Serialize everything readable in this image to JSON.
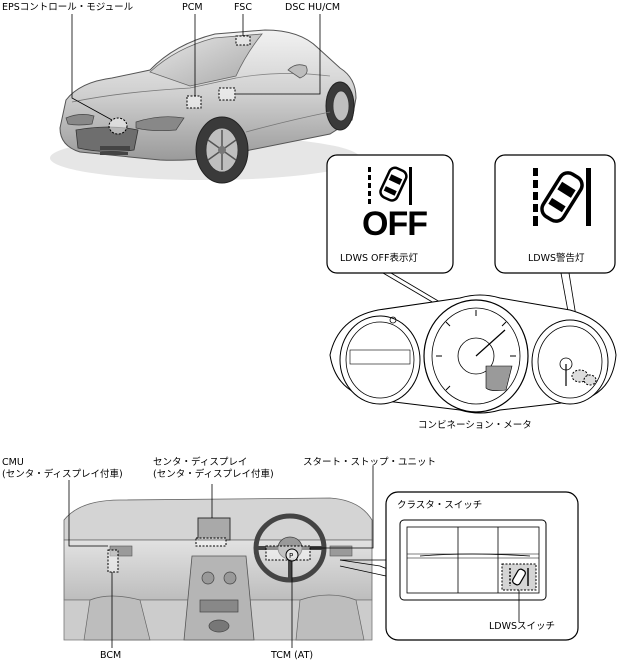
{
  "labels": {
    "eps": "EPSコントロール・モジュール",
    "pcm": "PCM",
    "fsc": "FSC",
    "dsc": "DSC HU/CM",
    "off_text": "OFF",
    "ldws_off": "LDWS OFF表示灯",
    "ldws_warn": "LDWS警告灯",
    "combination_meter": "コンビネーション・メータ",
    "cmu_line1": "CMU",
    "cmu_line2": "(センタ・ディスプレイ付車)",
    "center_display_line1": "センタ・ディスプレイ",
    "center_display_line2": "(センタ・ディスプレイ付車)",
    "start_stop": "スタート・ストップ・ユニット",
    "cluster_switch": "クラスタ・スイッチ",
    "ldws_switch": "LDWSスイッチ",
    "bcm": "BCM",
    "tcm": "TCM (AT)"
  },
  "icons": {
    "ldws_off_icon": "lane-departure-off-icon",
    "ldws_warning_icon": "lane-departure-warning-icon",
    "ldws_switch_icon": "lane-departure-switch-icon"
  }
}
